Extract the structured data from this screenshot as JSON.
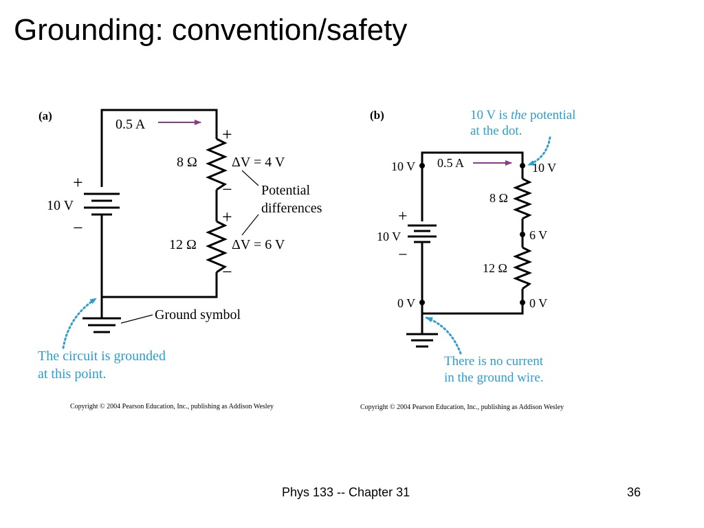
{
  "slide": {
    "title": "Grounding: convention/safety",
    "footer_text": "Phys 133 -- Chapter 31",
    "page_number": "36"
  },
  "figure_a": {
    "panel_label": "(a)",
    "current": "0.5 A",
    "battery_voltage": "10 V",
    "r1": "8 Ω",
    "r2": "12 Ω",
    "dv1": "ΔV = 4 V",
    "dv2": "ΔV = 6 V",
    "plus": "+",
    "minus": "−",
    "potential_line1": "Potential",
    "potential_line2": "differences",
    "ground_label": "Ground symbol",
    "note_line1": "The circuit is grounded",
    "note_line2": "at this point.",
    "copyright": "Copyright © 2004 Pearson Education, Inc., publishing as Addison Wesley"
  },
  "figure_b": {
    "panel_label": "(b)",
    "note_top_pre": "10 V is ",
    "note_top_em": "the",
    "note_top_post": " potential",
    "note_top_line2": "at the dot.",
    "current": "0.5 A",
    "v_top_left": "10 V",
    "v_top_right": "10 V",
    "battery_voltage": "10 V",
    "r1": "8 Ω",
    "r2": "12 Ω",
    "v_mid": "6 V",
    "v_bot_left": "0 V",
    "v_bot_right": "0 V",
    "plus": "+",
    "minus": "−",
    "note_bottom_line1": "There is no current",
    "note_bottom_line2": "in the ground wire.",
    "copyright": "Copyright © 2004 Pearson Education, Inc., publishing as Addison Wesley"
  },
  "colors": {
    "annotation": "#2a9fd0",
    "arrow": "#8b3a8b",
    "wire": "#000000"
  }
}
